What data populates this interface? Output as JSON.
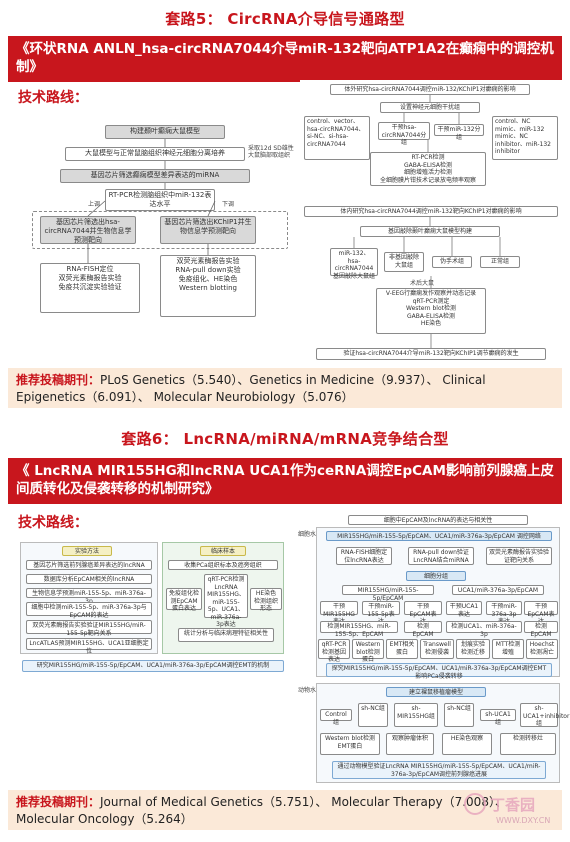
{
  "section5": {
    "title": "套路5： CircRNA介导信号通路型",
    "paper_title": "《环状RNA ANLN_hsa-circRNA7044介导miR-132靶向ATP1A2在癫痫中的调控机制》",
    "tech_label": "技术路线：",
    "left": {
      "n1": "构建颞叶癫痫大鼠模型",
      "n2": "大鼠模型与正常鼠脑组织神经元细胞分离培养",
      "side2": "采取12d SD雄性大鼠脑部取组织",
      "n3": "基因芯片筛选癫痫模型差异表达的miRNA",
      "n4": "RT-PCR检测脑组织中miR-132表达水平",
      "up": "上调",
      "down": "下调",
      "n5a": "基因芯片筛选出hsa-circRNA7044并生物信息学预测靶向",
      "n5b": "基因芯片筛选出KChIP1并生物信息学预测靶向",
      "n6a": "RNA-FISH定位\n双荧光素酶报告实验\n免疫共沉淀实验验证",
      "n6b": "双荧光素酶报告实验\nRNA-pull down实验\n免疫组化、HE染色\nWestern blotting"
    },
    "right": {
      "r_top": "体外研究hsa-circRNA7044调控miR-132/KChIP1对癫痫的影响",
      "r_culture": "设置神经元细胞干扰组",
      "r_left": "control、vector、hsa-circRNA7044、si-NC、si-hsa-circRNA7044",
      "r_g1": "干预hsa-circRNA7044分组",
      "r_g2": "干预miR-132分组",
      "r_right": "control、NC mimic、miR-132 mimic、NC inhibitor、miR-132 inhibitor",
      "r_assay": "RT-PCR检测\nGABA-ELISA检测\n细胞增殖活力检测\n全细胞膜片钳技术记录放电频率观察",
      "r_mid": "体内研究hsa-circRNA7044调控miR-132靶向KChIP1对癫痫的影响",
      "r_model": "基因敲除颞叶癫痫大鼠模型构建",
      "r_a": "miR-132、hsa-circRNA7044基因敲除大鼠组",
      "r_b": "非基因敲除大鼠组",
      "r_c": "伪手术组",
      "r_d": "正常组",
      "r_after": "术后大鼠",
      "r_assay2": "V-EEG行癫痫发作观察并动态记录\nqRT-PCR测定\nWestern blot检测\nGABA-ELISA检测\nHE染色",
      "r_bottom": "验证hsa-circRNA7044介导miR-132靶向KChIP1调节癫痫的发生"
    },
    "journals_label": "推荐投稿期刊：",
    "journals_text": "PLoS Genetics（5.540）、Genetics in Medicine（9.937）、 Clinical Epigenetics（6.091）、 Molecular Neurobiology（5.076）"
  },
  "section6": {
    "title": "套路6： LncRNA/miRNA/mRNA竞争结合型",
    "paper_title": "《 LncRNA MIR155HG和lncRNA UCA1作为ceRNA调控EpCAM影响前列腺癌上皮间质转化及侵袭转移的机制研究》",
    "tech_label": "技术路线：",
    "left": {
      "h1": "实验方法",
      "a1": "基因芯片筛选前列腺癌差异表达的lncRNA",
      "a2": "数据库分析EpCAM相关的lncRNA",
      "a3": "生物信息学预测miR-155-5p、miR-376a-3p",
      "a4": "细胞中检测miR-155-5p、miR-376a-3p与EpCAM的表达",
      "a5": "双荧光素酶报告实验验证MIR155HG/miR-155-5p靶向关系",
      "a6": "LncATLAS预测MIR155HG、UCA1亚细胞定位",
      "h2": "临床样本",
      "b1": "收集PCa组织标本及癌旁组织",
      "b2": "qRT-PCR检测LncRNA MIR155HG、miR-155-5p、UCA1、miR-376a-3p表达",
      "b3": "免疫组化检测EpCAM蛋白表达",
      "b4": "HE染色检测组织形态",
      "b5": "统计分析与临床病理特征相关性",
      "bottom": "研究MIR155HG/miR-155-5p/EpCAM、UCA1/miR-376a-3p/EpCAM调控EMT的机制"
    },
    "right": {
      "top": "细胞中EpCAM及lncRNA的表达与相关性",
      "lvl1": "细胞水平",
      "g1": "MIR155HG/miR-155-5p/EpCAM、UCA1/miR-376a-3p/EpCAM 调控网络",
      "c1": "RNA-FISH细胞定位lncRNA表达",
      "c2": "RNA-pull down验证LncRNA结合miRNA",
      "c3": "双荧光素酶报告实验验证靶向关系",
      "split": "细胞分组",
      "m1": "MIR155HG/miR-155-5p/EpCAM",
      "m2": "UCA1/miR-376a-3p/EpCAM",
      "s1": "干预MIR155HG表达",
      "s2": "干预miR-155-5p表达",
      "s3": "干预EpCAM表达",
      "s4": "干预UCA1表达",
      "s5": "干预miR-376a-3p表达",
      "s6": "干预EpCAM表达",
      "t1": "检测MIR155HG、miR-155-5p、EpCAM",
      "t2": "检测EpCAM",
      "t3": "检测UCA1、miR-376a-3p",
      "t4": "检测EpCAM",
      "e1": "qRT-PCR检测基因表达",
      "e2": "Western blot检测蛋白",
      "e3": "EMT相关蛋白",
      "e4": "Transwell检测侵袭",
      "e5": "划痕实验检测迁移",
      "e6": "MTT检测增殖",
      "e7": "Hoechst检测凋亡",
      "mid": "探究MIR155HG/miR-155-5p/EpCAM、UCA1/miR-376a-3p/EpCAM调控EMT影响PCa侵袭转移",
      "lvl2": "动物水平",
      "an": "建立裸鼠移植瘤模型",
      "k1": "Control组",
      "k2": "sh-NC组",
      "k3": "sh-MIR155HG组",
      "k4": "sh-NC组",
      "k5": "sh-UCA1组",
      "k6": "sh-UCA1+inhibitor组",
      "w1": "Western blot检测EMT蛋白",
      "w2": "观察肿瘤体积",
      "w3": "HE染色观察",
      "w4": "检测转移灶",
      "bottom": "通过动物模型验证LncRNA MIR155HG/miR-155-5p/EpCAM、UCA1/miR-376a-3p/EpCAM调控前列腺癌进展"
    },
    "journals_label": "推荐投稿期刊：",
    "journals_text": "Journal of Medical Genetics（5.751）、 Molecular Therapy（7.008）、 Molecular Oncology（5.264）"
  },
  "watermark": {
    "logo": "丁香园",
    "url": "WWW.DXY.CN"
  }
}
